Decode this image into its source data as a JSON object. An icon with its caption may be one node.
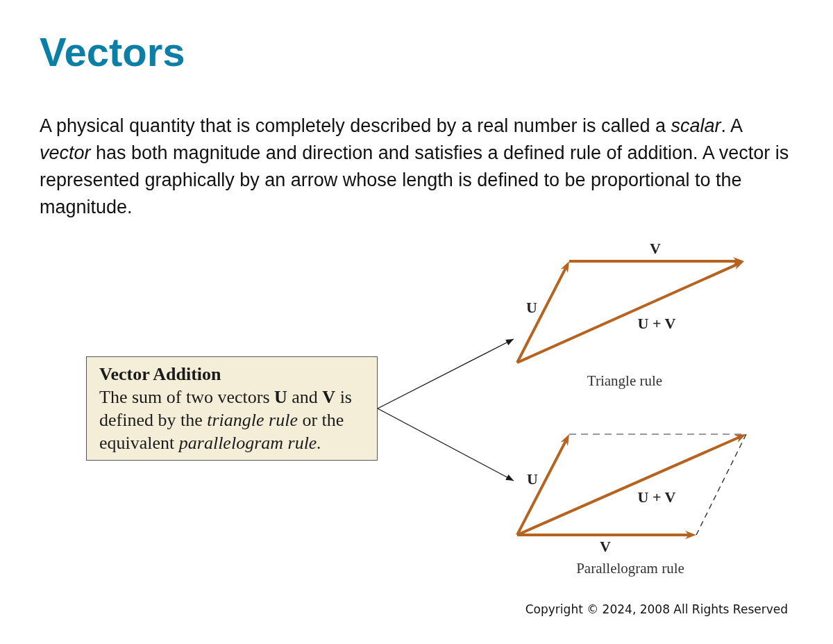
{
  "diagram": {
    "title": "Vectors",
    "nodes": [
      {
        "text": [
          "Vector Addition",
          "The sum of two vectors **U** and **V** is defined by the *triangle rule* or the equivalent *parallelogram rule.*"
        ]
      },
      {
        "text": [],
        "shape": "picture",
        "beside": [
          "Triangle rule"
        ]
      },
      {
        "text": [],
        "shape": "picture",
        "beside": [
          "Parallelogram rule"
        ]
      }
    ],
    "edges": [
      {
        "from": 0,
        "to": 1,
        "arrow": "to"
      },
      {
        "from": 0,
        "to": 2,
        "arrow": "to"
      }
    ],
    "labels": [
      "A physical quantity that is completely described by a real number is called a *scalar*. A *vector* has both magnitude and direction and satisfies a defined rule of addition. A vector is represented graphically by an arrow whose length is defined to be proportional to the magnitude.",
      "V",
      "U",
      "U + V",
      "U",
      "U + V",
      "V",
      "Copyright © 2024, 2008 All Rights Reserved"
    ]
  }
}
